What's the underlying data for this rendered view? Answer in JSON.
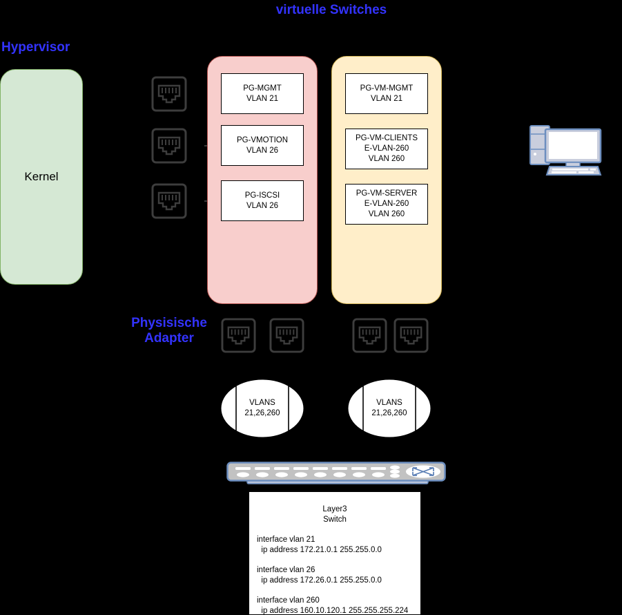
{
  "diagram": {
    "title": "virtuelle Switches",
    "labels": {
      "hypervisor": "Hypervisor",
      "virtual_switches": "virtuelle Switches",
      "physical_adapters": "Physisische\nAdapter"
    },
    "kernel": {
      "label": "Kernel",
      "fill": "#d5e8d4",
      "stroke": "#82b366"
    },
    "vmkernel_adapters": [
      {
        "name": "vmk-adapter-1"
      },
      {
        "name": "vmk-adapter-2"
      },
      {
        "name": "vmk-adapter-3"
      }
    ],
    "vswitches": [
      {
        "id": "vswitch-pink",
        "fill": "#f8cecc",
        "stroke": "#b85450",
        "portgroups": [
          {
            "id": "pg-mgmt",
            "text": "PG-MGMT\nVLAN 21"
          },
          {
            "id": "pg-vmotion",
            "text": "PG-VMOTION\nVLAN 26"
          },
          {
            "id": "pg-iscsi",
            "text": "PG-ISCSI\nVLAN 26"
          }
        ]
      },
      {
        "id": "vswitch-yellow",
        "fill": "#ffeec9",
        "stroke": "#d6b656",
        "portgroups": [
          {
            "id": "pg-vm-mgmt",
            "text": "PG-VM-MGMT\nVLAN 21"
          },
          {
            "id": "pg-vm-clients",
            "text": "PG-VM-CLIENTS\nE-VLAN-260\nVLAN 260"
          },
          {
            "id": "pg-vm-server",
            "text": "PG-VM-SERVER\nE-VLAN-260\nVLAN 260"
          }
        ]
      }
    ],
    "physical_adapters": [
      {
        "name": "pnic-1"
      },
      {
        "name": "pnic-2"
      },
      {
        "name": "pnic-3"
      },
      {
        "name": "pnic-4"
      }
    ],
    "trunks": [
      {
        "id": "trunk-left",
        "text": "VLANS\n21,26,260"
      },
      {
        "id": "trunk-right",
        "text": "VLANS\n21,26,260"
      }
    ],
    "switch_appliance": {
      "id": "layer3-switch-device",
      "body_fill": "#c0c0c0",
      "body_stroke": "#6c8ebf"
    },
    "layer3_switch": {
      "title": "Layer3\nSwitch",
      "config": "interface vlan 21\n  ip address 172.21.0.1 255.255.0.0\n\ninterface vlan 26\n  ip address 172.26.0.1 255.255.0.0\n\ninterface vlan 260\n  ip address 160.10.120.1 255.255.255.224"
    },
    "client_pc": {
      "id": "client-workstation",
      "fill": "#c4c9d9",
      "stroke": "#6c8ebf"
    },
    "colors": {
      "label_blue": "#3333ff",
      "background": "#000000",
      "icon_gray": "#3d3d3d"
    }
  }
}
